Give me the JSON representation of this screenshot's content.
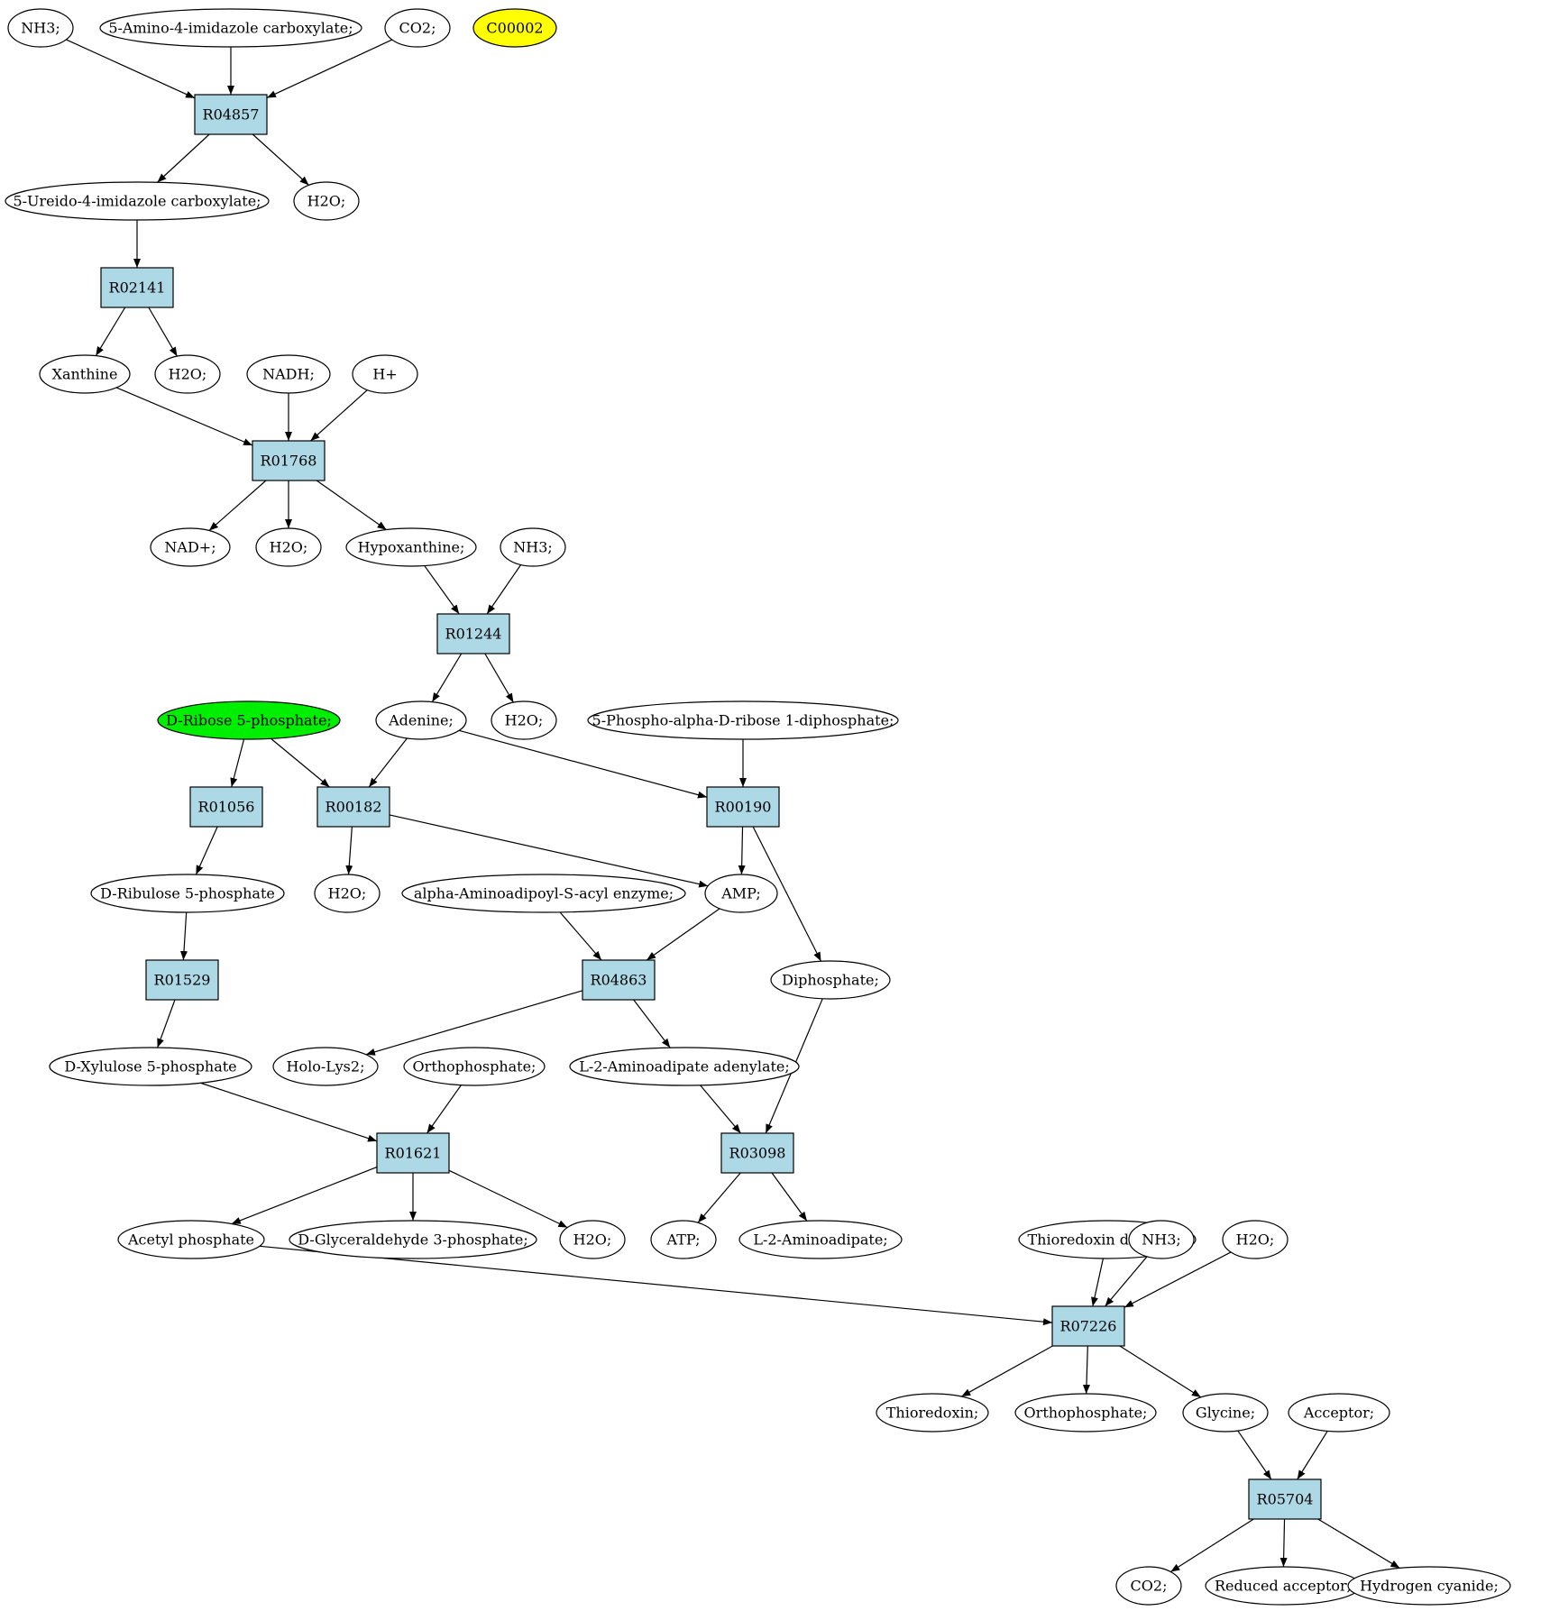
{
  "colors": {
    "reaction": "#add8e6",
    "compound": "#ffffff",
    "highlight_source": "#00ee00",
    "highlight_target": "#ffff00",
    "line": "#000000"
  },
  "nodes": [
    {
      "id": "c_nh3_a",
      "type": "compound",
      "label": "NH3;"
    },
    {
      "id": "c_aica",
      "type": "compound",
      "label": "5-Amino-4-imidazole carboxylate;"
    },
    {
      "id": "c_co2_a",
      "type": "compound",
      "label": "CO2;"
    },
    {
      "id": "c_c00002",
      "type": "compound",
      "label": "C00002",
      "highlight": "target"
    },
    {
      "id": "r_R04857",
      "type": "reaction",
      "label": "R04857"
    },
    {
      "id": "c_ureido",
      "type": "compound",
      "label": "5-Ureido-4-imidazole carboxylate;"
    },
    {
      "id": "c_h2o_a",
      "type": "compound",
      "label": "H2O;"
    },
    {
      "id": "r_R02141",
      "type": "reaction",
      "label": "R02141"
    },
    {
      "id": "c_xanthine",
      "type": "compound",
      "label": "Xanthine"
    },
    {
      "id": "c_h2o_b",
      "type": "compound",
      "label": "H2O;"
    },
    {
      "id": "c_nadh",
      "type": "compound",
      "label": "NADH;"
    },
    {
      "id": "c_hplus",
      "type": "compound",
      "label": "H+"
    },
    {
      "id": "r_R01768",
      "type": "reaction",
      "label": "R01768"
    },
    {
      "id": "c_nad",
      "type": "compound",
      "label": "NAD+;"
    },
    {
      "id": "c_h2o_c",
      "type": "compound",
      "label": "H2O;"
    },
    {
      "id": "c_hypox",
      "type": "compound",
      "label": "Hypoxanthine;"
    },
    {
      "id": "c_nh3_b",
      "type": "compound",
      "label": "NH3;"
    },
    {
      "id": "r_R01244",
      "type": "reaction",
      "label": "R01244"
    },
    {
      "id": "c_ribose5p",
      "type": "compound",
      "label": "D-Ribose 5-phosphate;",
      "highlight": "source"
    },
    {
      "id": "c_adenine",
      "type": "compound",
      "label": "Adenine;"
    },
    {
      "id": "c_h2o_d",
      "type": "compound",
      "label": "H2O;"
    },
    {
      "id": "c_prpp",
      "type": "compound",
      "label": "5-Phospho-alpha-D-ribose 1-diphosphate;"
    },
    {
      "id": "r_R01056",
      "type": "reaction",
      "label": "R01056"
    },
    {
      "id": "r_R00182",
      "type": "reaction",
      "label": "R00182"
    },
    {
      "id": "r_R00190",
      "type": "reaction",
      "label": "R00190"
    },
    {
      "id": "c_ribulose5p",
      "type": "compound",
      "label": "D-Ribulose 5-phosphate"
    },
    {
      "id": "c_h2o_e",
      "type": "compound",
      "label": "H2O;"
    },
    {
      "id": "c_aminoadipoyl",
      "type": "compound",
      "label": "alpha-Aminoadipoyl-S-acyl enzyme;"
    },
    {
      "id": "c_amp",
      "type": "compound",
      "label": "AMP;"
    },
    {
      "id": "r_R01529",
      "type": "reaction",
      "label": "R01529"
    },
    {
      "id": "r_R04863",
      "type": "reaction",
      "label": "R04863"
    },
    {
      "id": "c_diphosphate",
      "type": "compound",
      "label": "Diphosphate;"
    },
    {
      "id": "c_xylulose5p",
      "type": "compound",
      "label": "D-Xylulose 5-phosphate"
    },
    {
      "id": "c_hololys2",
      "type": "compound",
      "label": "Holo-Lys2;"
    },
    {
      "id": "c_ortho_a",
      "type": "compound",
      "label": "Orthophosphate;"
    },
    {
      "id": "c_l2aa_adenylate",
      "type": "compound",
      "label": "L-2-Aminoadipate adenylate;"
    },
    {
      "id": "r_R01621",
      "type": "reaction",
      "label": "R01621"
    },
    {
      "id": "r_R03098",
      "type": "reaction",
      "label": "R03098"
    },
    {
      "id": "c_acetylp",
      "type": "compound",
      "label": "Acetyl phosphate"
    },
    {
      "id": "c_g3p",
      "type": "compound",
      "label": "D-Glyceraldehyde 3-phosphate;"
    },
    {
      "id": "c_h2o_f",
      "type": "compound",
      "label": "H2O;"
    },
    {
      "id": "c_atp",
      "type": "compound",
      "label": "ATP;"
    },
    {
      "id": "c_l2aa",
      "type": "compound",
      "label": "L-2-Aminoadipate;"
    },
    {
      "id": "c_trxss",
      "type": "compound",
      "label": "Thioredoxin disulfide;"
    },
    {
      "id": "c_nh3_c",
      "type": "compound",
      "label": "NH3;"
    },
    {
      "id": "c_h2o_g",
      "type": "compound",
      "label": "H2O;"
    },
    {
      "id": "r_R07226",
      "type": "reaction",
      "label": "R07226"
    },
    {
      "id": "c_trx",
      "type": "compound",
      "label": "Thioredoxin;"
    },
    {
      "id": "c_ortho_b",
      "type": "compound",
      "label": "Orthophosphate;"
    },
    {
      "id": "c_glycine",
      "type": "compound",
      "label": "Glycine;"
    },
    {
      "id": "c_acceptor",
      "type": "compound",
      "label": "Acceptor;"
    },
    {
      "id": "r_R05704",
      "type": "reaction",
      "label": "R05704"
    },
    {
      "id": "c_co2_b",
      "type": "compound",
      "label": "CO2;"
    },
    {
      "id": "c_redacc",
      "type": "compound",
      "label": "Reduced acceptor;"
    },
    {
      "id": "c_hcn",
      "type": "compound",
      "label": "Hydrogen cyanide;"
    }
  ],
  "edges": [
    [
      "c_nh3_a",
      "r_R04857"
    ],
    [
      "c_aica",
      "r_R04857"
    ],
    [
      "c_co2_a",
      "r_R04857"
    ],
    [
      "r_R04857",
      "c_ureido"
    ],
    [
      "r_R04857",
      "c_h2o_a"
    ],
    [
      "c_ureido",
      "r_R02141"
    ],
    [
      "r_R02141",
      "c_xanthine"
    ],
    [
      "r_R02141",
      "c_h2o_b"
    ],
    [
      "c_xanthine",
      "r_R01768"
    ],
    [
      "c_nadh",
      "r_R01768"
    ],
    [
      "c_hplus",
      "r_R01768"
    ],
    [
      "r_R01768",
      "c_nad"
    ],
    [
      "r_R01768",
      "c_h2o_c"
    ],
    [
      "r_R01768",
      "c_hypox"
    ],
    [
      "c_hypox",
      "r_R01244"
    ],
    [
      "c_nh3_b",
      "r_R01244"
    ],
    [
      "r_R01244",
      "c_adenine"
    ],
    [
      "r_R01244",
      "c_h2o_d"
    ],
    [
      "c_ribose5p",
      "r_R01056"
    ],
    [
      "c_ribose5p",
      "r_R00182"
    ],
    [
      "c_adenine",
      "r_R00182"
    ],
    [
      "c_adenine",
      "r_R00190"
    ],
    [
      "c_prpp",
      "r_R00190"
    ],
    [
      "r_R01056",
      "c_ribulose5p"
    ],
    [
      "r_R00182",
      "c_h2o_e"
    ],
    [
      "r_R00182",
      "c_amp"
    ],
    [
      "r_R00190",
      "c_amp"
    ],
    [
      "r_R00190",
      "c_diphosphate"
    ],
    [
      "c_ribulose5p",
      "r_R01529"
    ],
    [
      "c_aminoadipoyl",
      "r_R04863"
    ],
    [
      "c_amp",
      "r_R04863"
    ],
    [
      "r_R01529",
      "c_xylulose5p"
    ],
    [
      "r_R04863",
      "c_hololys2"
    ],
    [
      "r_R04863",
      "c_l2aa_adenylate"
    ],
    [
      "c_xylulose5p",
      "r_R01621"
    ],
    [
      "c_ortho_a",
      "r_R01621"
    ],
    [
      "c_l2aa_adenylate",
      "r_R03098"
    ],
    [
      "c_diphosphate",
      "r_R03098"
    ],
    [
      "r_R01621",
      "c_acetylp"
    ],
    [
      "r_R01621",
      "c_g3p"
    ],
    [
      "r_R01621",
      "c_h2o_f"
    ],
    [
      "r_R03098",
      "c_atp"
    ],
    [
      "r_R03098",
      "c_l2aa"
    ],
    [
      "c_acetylp",
      "r_R07226"
    ],
    [
      "c_trxss",
      "r_R07226"
    ],
    [
      "c_nh3_c",
      "r_R07226"
    ],
    [
      "c_h2o_g",
      "r_R07226"
    ],
    [
      "r_R07226",
      "c_trx"
    ],
    [
      "r_R07226",
      "c_ortho_b"
    ],
    [
      "r_R07226",
      "c_glycine"
    ],
    [
      "c_glycine",
      "r_R05704"
    ],
    [
      "c_acceptor",
      "r_R05704"
    ],
    [
      "r_R05704",
      "c_co2_b"
    ],
    [
      "r_R05704",
      "c_redacc"
    ],
    [
      "r_R05704",
      "c_hcn"
    ]
  ]
}
